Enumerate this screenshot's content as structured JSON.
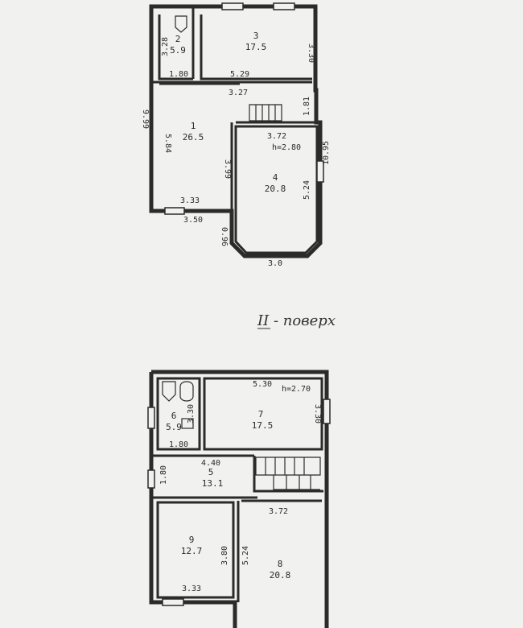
{
  "floor2_heading": "II - поверх",
  "colors": {
    "ink": "#2b2b2b",
    "paper": "#f1f1ef"
  },
  "floor1": {
    "rooms": [
      {
        "num": "1",
        "area": "26.5"
      },
      {
        "num": "2",
        "area": "5.9"
      },
      {
        "num": "3",
        "area": "17.5"
      },
      {
        "num": "4",
        "area": "20.8"
      }
    ],
    "dims": [
      "3.28",
      "1.80",
      "5.29",
      "3.30",
      "3.27",
      "9.99",
      "5.84",
      "1.81",
      "3.72",
      "h=2.80",
      "3.99",
      "10.95",
      "5.24",
      "3.33",
      "3.50",
      "0.96",
      "3.0"
    ]
  },
  "floor2": {
    "rooms": [
      {
        "num": "5",
        "area": "13.1"
      },
      {
        "num": "6",
        "area": "5.9"
      },
      {
        "num": "7",
        "area": "17.5"
      },
      {
        "num": "8",
        "area": "20.8"
      },
      {
        "num": "9",
        "area": "12.7"
      }
    ],
    "dims": [
      "5.30",
      "h=2.70",
      "3.30",
      "3.30",
      "1.80",
      "4.40",
      "1.80",
      "3.72",
      "3.80",
      "5.24",
      "3.33"
    ]
  }
}
